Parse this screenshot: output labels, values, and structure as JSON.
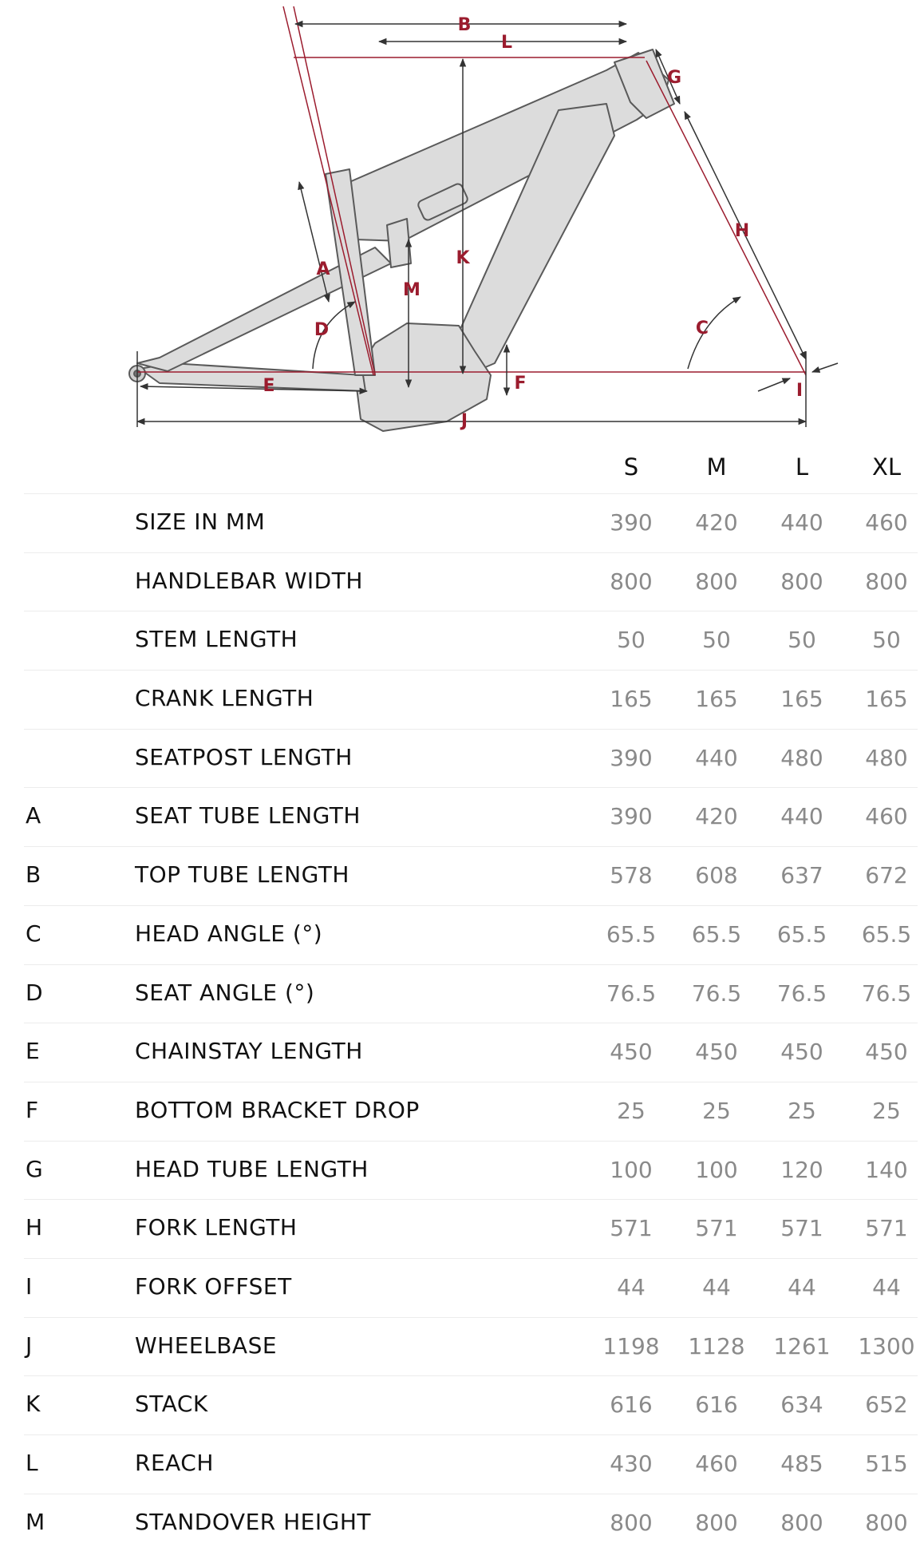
{
  "diagram": {
    "dimension_labels": [
      "B",
      "L",
      "G",
      "H",
      "K",
      "M",
      "A",
      "D",
      "E",
      "F",
      "C",
      "I",
      "J"
    ],
    "accent_color": "#9b1c2e",
    "frame_fill": "#dcdcdc",
    "frame_stroke": "#555555"
  },
  "table": {
    "sizes": [
      "S",
      "M",
      "L",
      "XL"
    ],
    "rows": [
      {
        "letter": "",
        "label": "SIZE IN MM",
        "values": [
          "390",
          "420",
          "440",
          "460"
        ]
      },
      {
        "letter": "",
        "label": "HANDLEBAR WIDTH",
        "values": [
          "800",
          "800",
          "800",
          "800"
        ]
      },
      {
        "letter": "",
        "label": "STEM LENGTH",
        "values": [
          "50",
          "50",
          "50",
          "50"
        ]
      },
      {
        "letter": "",
        "label": "CRANK LENGTH",
        "values": [
          "165",
          "165",
          "165",
          "165"
        ]
      },
      {
        "letter": "",
        "label": "SEATPOST LENGTH",
        "values": [
          "390",
          "440",
          "480",
          "480"
        ]
      },
      {
        "letter": "A",
        "label": "SEAT TUBE LENGTH",
        "values": [
          "390",
          "420",
          "440",
          "460"
        ]
      },
      {
        "letter": "B",
        "label": "TOP TUBE LENGTH",
        "values": [
          "578",
          "608",
          "637",
          "672"
        ]
      },
      {
        "letter": "C",
        "label": "HEAD ANGLE (°)",
        "values": [
          "65.5",
          "65.5",
          "65.5",
          "65.5"
        ]
      },
      {
        "letter": "D",
        "label": "SEAT ANGLE (°)",
        "values": [
          "76.5",
          "76.5",
          "76.5",
          "76.5"
        ]
      },
      {
        "letter": "E",
        "label": "CHAINSTAY LENGTH",
        "values": [
          "450",
          "450",
          "450",
          "450"
        ]
      },
      {
        "letter": "F",
        "label": "BOTTOM BRACKET DROP",
        "values": [
          "25",
          "25",
          "25",
          "25"
        ]
      },
      {
        "letter": "G",
        "label": "HEAD TUBE LENGTH",
        "values": [
          "100",
          "100",
          "120",
          "140"
        ]
      },
      {
        "letter": "H",
        "label": "FORK LENGTH",
        "values": [
          "571",
          "571",
          "571",
          "571"
        ]
      },
      {
        "letter": "I",
        "label": "FORK OFFSET",
        "values": [
          "44",
          "44",
          "44",
          "44"
        ]
      },
      {
        "letter": "J",
        "label": "WHEELBASE",
        "values": [
          "1198",
          "1128",
          "1261",
          "1300"
        ]
      },
      {
        "letter": "K",
        "label": "STACK",
        "values": [
          "616",
          "616",
          "634",
          "652"
        ]
      },
      {
        "letter": "L",
        "label": "REACH",
        "values": [
          "430",
          "460",
          "485",
          "515"
        ]
      },
      {
        "letter": "M",
        "label": "STANDOVER HEIGHT",
        "values": [
          "800",
          "800",
          "800",
          "800"
        ]
      }
    ]
  }
}
